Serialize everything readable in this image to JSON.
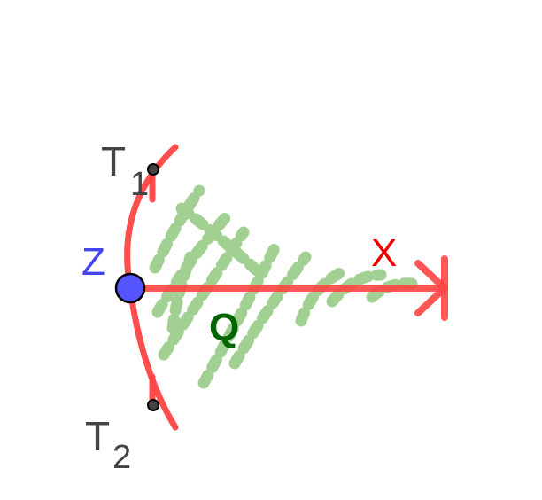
{
  "diagram": {
    "labels": {
      "z": "Z",
      "x": "X",
      "q": "Q",
      "t1_base": "T",
      "t1_sub": "1",
      "t2_base": "T",
      "t2_sub": "2"
    },
    "colors": {
      "ray": "#ff4444",
      "arc": "#ff4444",
      "point_fill": "#5555ff",
      "point_stroke": "#000000",
      "region_dots": "#99cc88",
      "label_z": "#4444ee",
      "label_x": "#ee0000",
      "label_q": "#006600",
      "label_t": "#444444"
    }
  }
}
